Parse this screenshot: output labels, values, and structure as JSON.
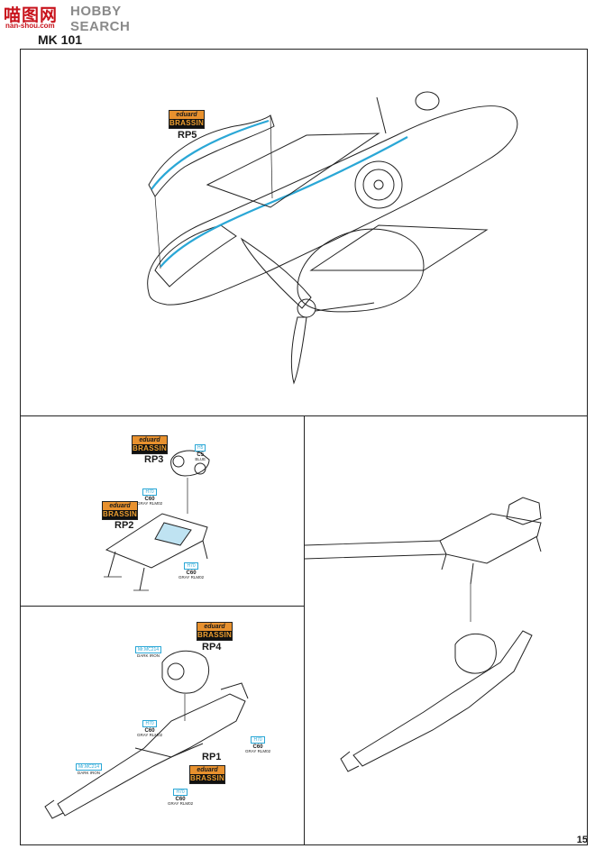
{
  "watermark": {
    "brand_a": "喵图网",
    "brand_b": "HOBBY SEARCH",
    "url": "nan-shou.com"
  },
  "title": "MK 101",
  "page_number": "15",
  "logo": {
    "line1": "eduard",
    "line2": "BRASSIN"
  },
  "parts": {
    "rp5": "RP5",
    "rp3": "RP3",
    "rp2": "RP2",
    "rp4": "RP4",
    "rp1": "RP1"
  },
  "colors": {
    "c5": {
      "code": "C5",
      "name": "BLUE",
      "box": "H5"
    },
    "c60_rp3": {
      "code": "C60",
      "name": "GRAY RLM02",
      "box": "H70"
    },
    "c60_rp2": {
      "code": "C60",
      "name": "GRAY RLM02",
      "box": "H70"
    },
    "dark_iron_rp4": {
      "name": "DARK IRON",
      "box": "Mr.MC214"
    },
    "c60_rp1_upper": {
      "code": "C60",
      "name": "GRAY RLM02",
      "box": "H70"
    },
    "c60_rp1_right": {
      "code": "C60",
      "name": "GRAY RLM02",
      "box": "H70"
    },
    "dark_iron_rp1": {
      "name": "DARK IRON",
      "box": "Mr.MC214"
    },
    "c60_rp1_lower": {
      "code": "C60",
      "name": "GRAY RLM02",
      "box": "H70"
    }
  },
  "accent": {
    "brass_orange": "#e8912e",
    "paint_blue": "#2aa7d6",
    "callout_blue": "#bfe3f2"
  }
}
